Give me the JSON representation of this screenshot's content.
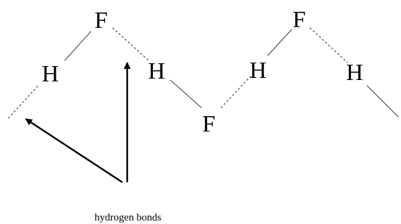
{
  "atoms": [
    {
      "id": "h1",
      "label": "H"
    },
    {
      "id": "f1",
      "label": "F"
    },
    {
      "id": "h2",
      "label": "H"
    },
    {
      "id": "f2",
      "label": "F"
    },
    {
      "id": "h3",
      "label": "H"
    },
    {
      "id": "f3",
      "label": "F"
    },
    {
      "id": "h4",
      "label": "H"
    }
  ],
  "caption": "hydrogen bonds",
  "colors": {
    "ink": "#000000",
    "covalent_bond": "#333333",
    "hydrogen_bond": "#444444",
    "background": "#ffffff"
  }
}
